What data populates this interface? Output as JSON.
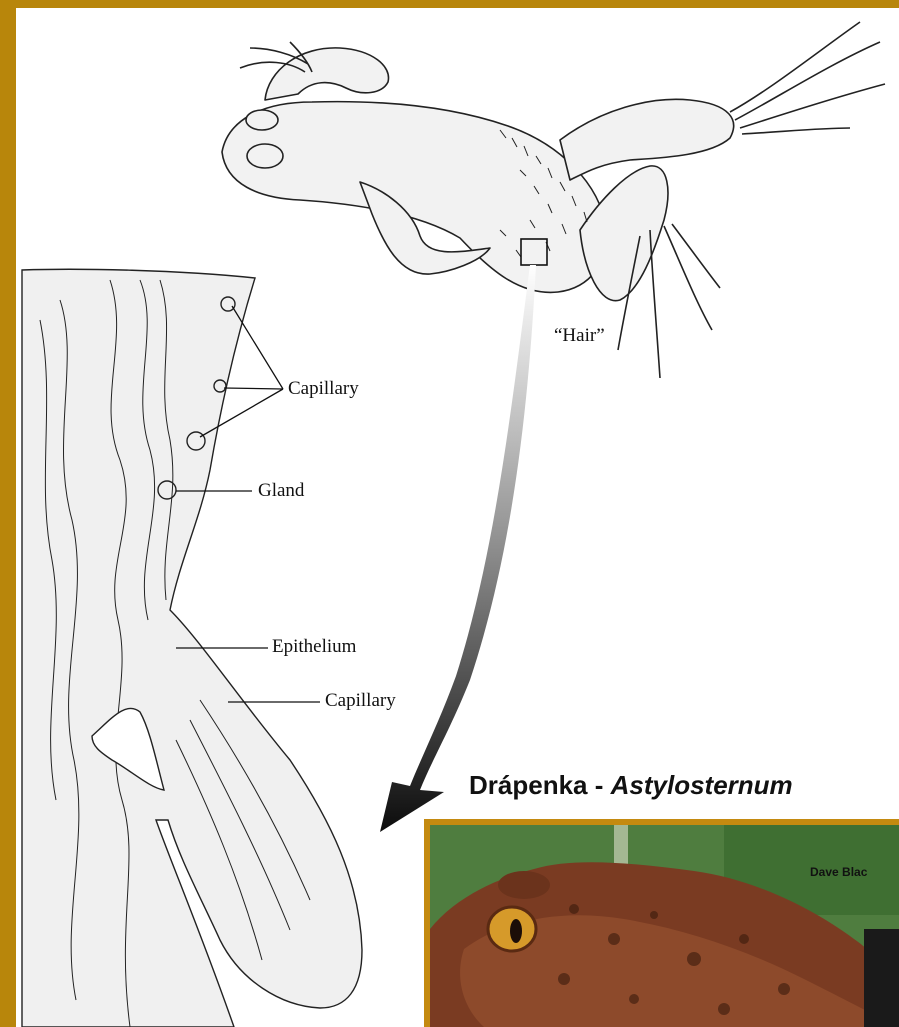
{
  "title": {
    "common_name": "Drápenka - ",
    "genus": "Astylosternum"
  },
  "labels": {
    "hair": "“Hair”",
    "capillary_top": "Capillary",
    "gland": "Gland",
    "epithelium": "Epithelium",
    "capillary_bottom": "Capillary"
  },
  "photo": {
    "credit": "Dave Blac"
  },
  "colors": {
    "frame": "#b8860b",
    "plate": "#ffffff",
    "section_fill": "#f0f0f0",
    "arrow": "#111111"
  }
}
